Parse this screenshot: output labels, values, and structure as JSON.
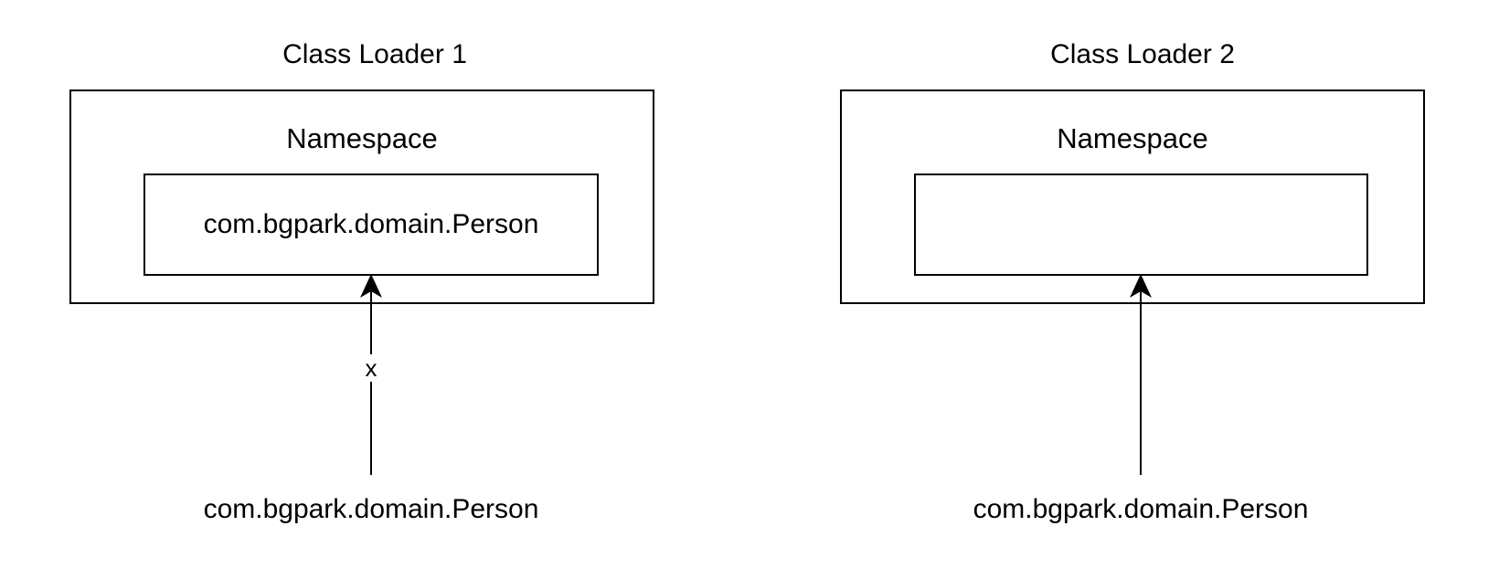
{
  "loader1": {
    "title": "Class Loader 1",
    "namespace_label": "Namespace",
    "inner_class": "com.bgpark.domain.Person",
    "incoming_class": "com.bgpark.domain.Person",
    "edge_label": "x"
  },
  "loader2": {
    "title": "Class Loader 2",
    "namespace_label": "Namespace",
    "inner_class": "",
    "incoming_class": "com.bgpark.domain.Person"
  }
}
